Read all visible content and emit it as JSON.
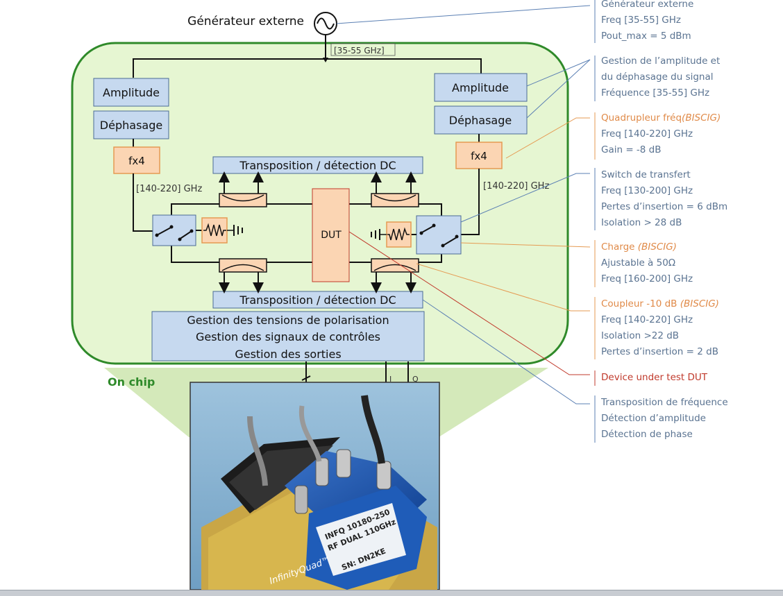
{
  "generator": {
    "label": "Générateur externe",
    "band": "[35-55 GHz]"
  },
  "left_chain": {
    "amplitude": "Amplitude",
    "phase": "Déphasage",
    "mult": "fx4",
    "band": "[140-220] GHz"
  },
  "right_chain": {
    "amplitude": "Amplitude",
    "phase": "Déphasage",
    "mult": "fx4",
    "band": "[140-220] GHz"
  },
  "transposition_top": "Transposition / détection DC",
  "transposition_bottom": "Transposition / détection DC",
  "dut_label": "DUT",
  "management": {
    "line1": "Gestion des tensions de polarisation",
    "line2": "Gestion des signaux de contrôles",
    "line3": "Gestion des sorties"
  },
  "on_chip": "On chip",
  "io_labels": {
    "i": "I",
    "q": "Q"
  },
  "photo": {
    "chip_line1": "INFQ 10180-250",
    "chip_line2": "RF DUAL 110GHz",
    "serial": "SN: DN2KE",
    "brand": "InfinityQuad™"
  },
  "annotations": {
    "generator": {
      "l1": "Générateur externe",
      "l2": "Freq [35-55] GHz",
      "l3": "Pout_max = 5 dBm"
    },
    "amp_phase": {
      "l1": "Gestion de l’amplitude et",
      "l2": "du déphasage du signal",
      "l3": "Fréquence [35-55] GHz"
    },
    "quad": {
      "t": "Quadrupleur fréq",
      "ti": "(BISCIG)",
      "l2": "Freq [140-220] GHz",
      "l3": "Gain = -8 dB"
    },
    "switch": {
      "l1": "Switch de transfert",
      "l2": "Freq [130-200] GHz",
      "l3": "Pertes d’insertion = 6 dBm",
      "l4": "Isolation > 28 dB"
    },
    "charge": {
      "t": "Charge ",
      "ti": "(BISCIG)",
      "l2": "Ajustable à 50Ω",
      "l3": "Freq [160-200] GHz"
    },
    "coupleur": {
      "t": "Coupleur -10 dB ",
      "ti": "(BISCIG)",
      "l2": "Freq [140-220] GHz",
      "l3": "Isolation >22 dB",
      "l4": "Pertes d’insertion = 2 dB"
    },
    "dut": {
      "l1": "Device under test DUT"
    },
    "transpo": {
      "l1": "Transposition de fréquence",
      "l2": "Détection d’amplitude",
      "l3": "Détection de phase"
    }
  },
  "colors": {
    "green_border": "#2f8a2a",
    "green_fill": "#e6f6d2",
    "block_blue": "#c6d9ef",
    "block_orange": "#fbd5b3",
    "orange_stroke": "#e59a52",
    "anno_blue": "#5a7391",
    "anno_orange": "#e08a48",
    "anno_red": "#c0392b"
  }
}
